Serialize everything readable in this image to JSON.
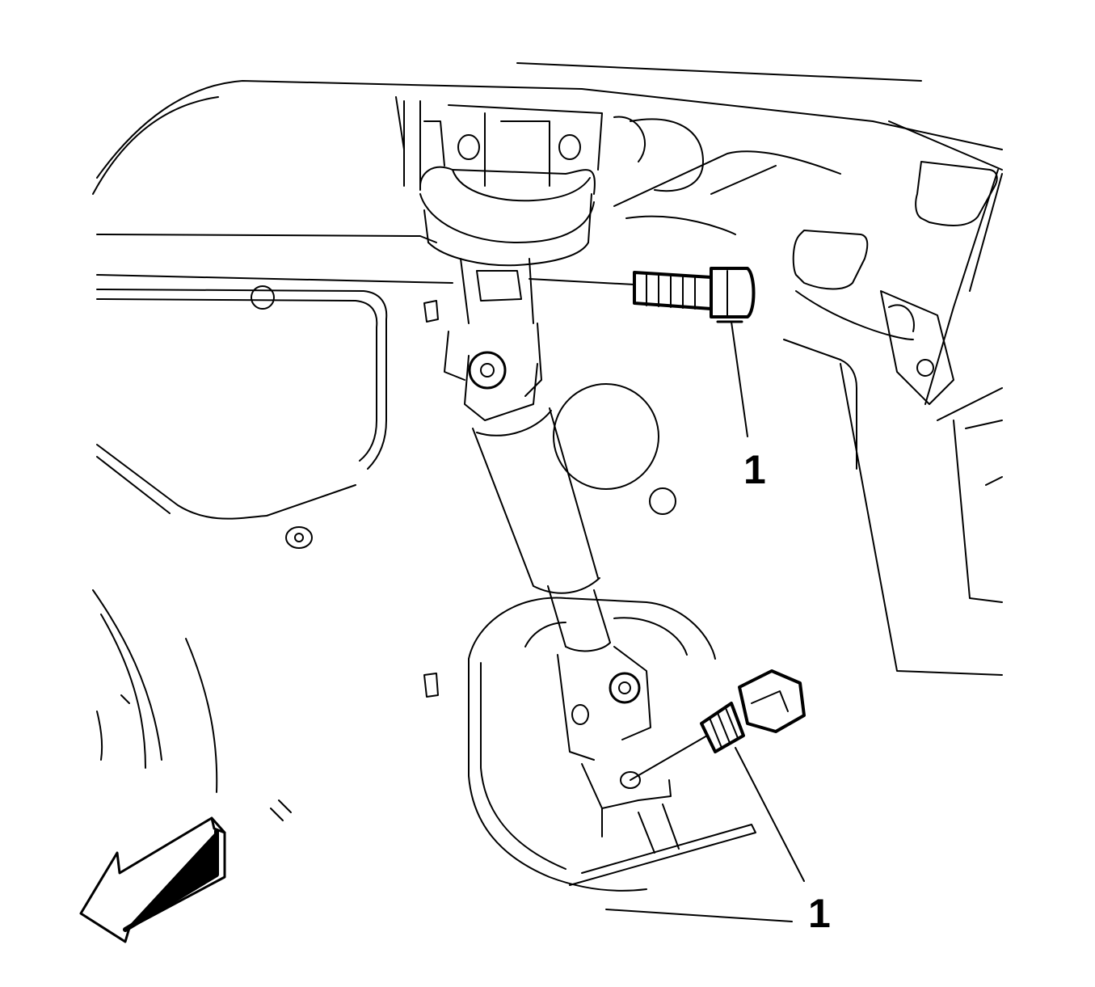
{
  "callouts": [
    {
      "label": "1",
      "refers_to": "upper-bolt"
    },
    {
      "label": "1",
      "refers_to": "lower-bolt"
    }
  ],
  "icons": {
    "direction_arrow": "front-of-vehicle-arrow-icon"
  },
  "colors": {
    "line": "#000000",
    "background": "#ffffff"
  }
}
